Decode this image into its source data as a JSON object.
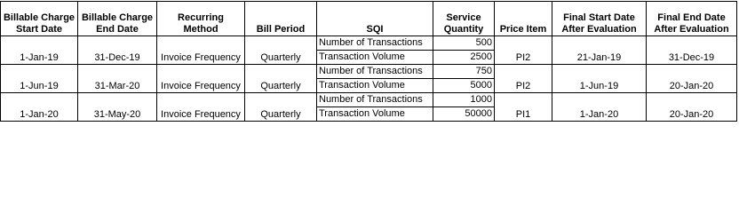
{
  "columns": [
    "Billable Charge Start Date",
    "Billable Charge End Date",
    "Recurring Method",
    "Bill Period",
    "SQI",
    "Service Quantity",
    "Price Item",
    "Final Start Date After Evaluation",
    "Final End Date After Evaluation"
  ],
  "groups": [
    {
      "start": "1-Jan-19",
      "end": "31-Dec-19",
      "method": "Invoice Frequency",
      "period": "Quarterly",
      "sqi": [
        {
          "name": "Number of Transactions",
          "qty": "500"
        },
        {
          "name": "Transaction Volume",
          "qty": "2500"
        }
      ],
      "price_item": "PI2",
      "final_start": "21-Jan-19",
      "final_end": "31-Dec-19"
    },
    {
      "start": "1-Jun-19",
      "end": "31-Mar-20",
      "method": "Invoice Frequency",
      "period": "Quarterly",
      "sqi": [
        {
          "name": "Number of Transactions",
          "qty": "750"
        },
        {
          "name": "Transaction Volume",
          "qty": "5000"
        }
      ],
      "price_item": "PI2",
      "final_start": "1-Jun-19",
      "final_end": "20-Jan-20"
    },
    {
      "start": "1-Jan-20",
      "end": "31-May-20",
      "method": "Invoice Frequency",
      "period": "Quarterly",
      "sqi": [
        {
          "name": "Number of Transactions",
          "qty": "1000"
        },
        {
          "name": "Transaction Volume",
          "qty": "50000"
        }
      ],
      "price_item": "PI1",
      "final_start": "1-Jan-20",
      "final_end": "20-Jan-20"
    }
  ]
}
